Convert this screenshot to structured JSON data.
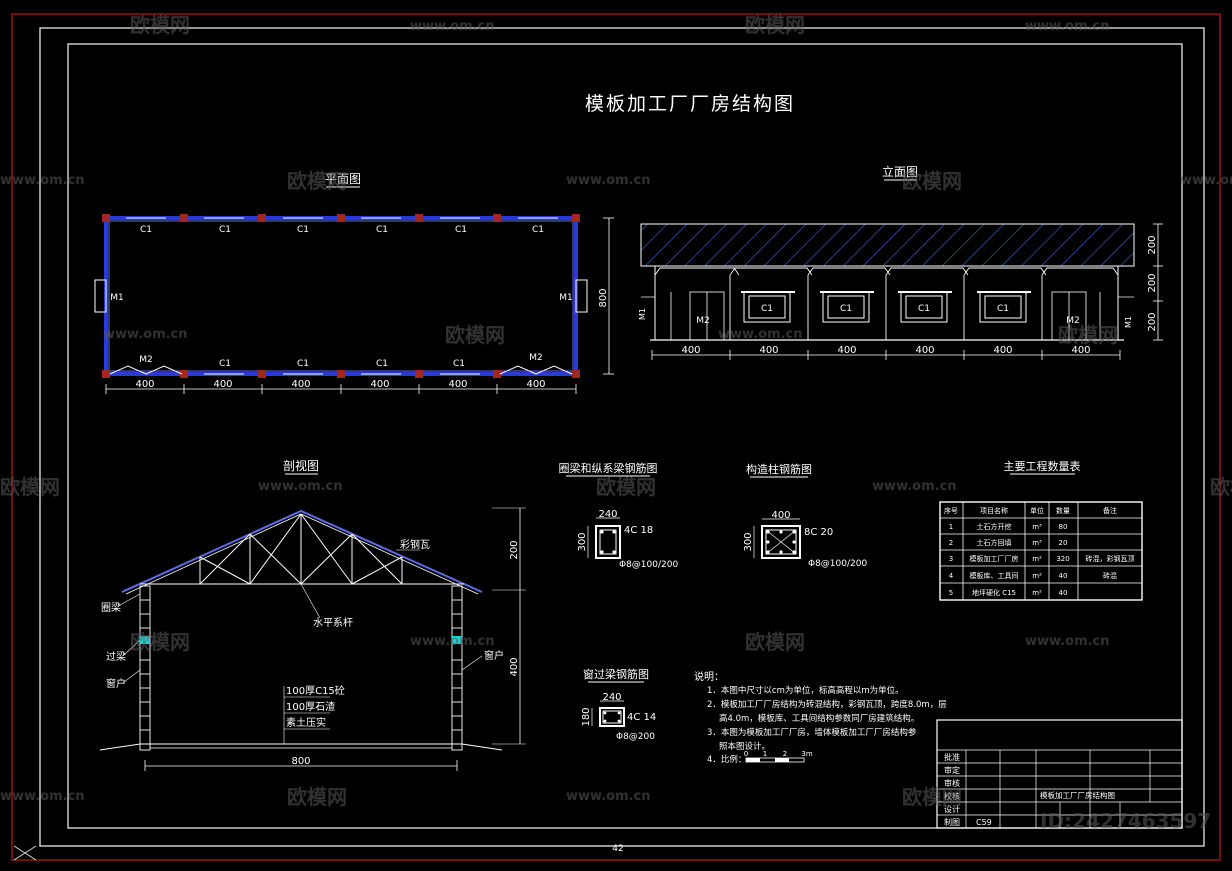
{
  "title": "模板加工厂厂房结构图",
  "plan": {
    "title": "平面图",
    "window": "C1",
    "door_m1": "M1",
    "door_m2": "M2",
    "dim_bay": "400",
    "dim_depth": "800"
  },
  "elevation": {
    "title": "立面图",
    "window": "C1",
    "door_m1": "M1",
    "door_m2": "M2",
    "dim_bay": "400",
    "dim_h1": "200",
    "dim_h2": "200",
    "dim_h3": "200"
  },
  "section": {
    "title": "剖视图",
    "roof_label": "彩钢瓦",
    "beam_label": "圈梁",
    "lintel_label": "过梁",
    "window_label": "窗户",
    "window_label_right": "窗户",
    "brace_label": "水平系杆",
    "floor_1": "100厚C15砼",
    "floor_2": "100厚石渣",
    "floor_3": "素土压实",
    "dim_span": "800",
    "dim_roof_h": "200",
    "dim_wall_h": "400"
  },
  "ring_beam": {
    "title": "圈梁和纵系梁钢筋图",
    "w": "240",
    "h": "300",
    "main": "4C 18",
    "stirrup": "Φ8@100/200"
  },
  "column": {
    "title": "构造柱钢筋图",
    "w": "400",
    "h": "300",
    "main": "8C 20",
    "stirrup": "Φ8@100/200"
  },
  "lintel": {
    "title": "窗过梁钢筋图",
    "w": "240",
    "h": "180",
    "main": "4C 14",
    "stirrup": "Φ8@200"
  },
  "quantities": {
    "title": "主要工程数量表",
    "headers": [
      "序号",
      "项目名称",
      "单位",
      "数量",
      "备注"
    ],
    "rows": [
      [
        "1",
        "土石方开挖",
        "m³",
        "80",
        ""
      ],
      [
        "2",
        "土石方回填",
        "m³",
        "20",
        ""
      ],
      [
        "3",
        "模板加工厂厂房",
        "m²",
        "320",
        "砖混，彩钢瓦顶"
      ],
      [
        "4",
        "模板库、工具间",
        "m²",
        "40",
        "砖混"
      ],
      [
        "5",
        "地坪硬化 C15",
        "m²",
        "40",
        ""
      ]
    ]
  },
  "notes": {
    "heading": "说明：",
    "items": [
      "1．本图中尺寸以cm为单位，标高高程以m为单位。",
      "2．模板加工厂厂房结构为砖混结构，彩钢瓦顶，跨度8.0m，层",
      "高4.0m，模板库、工具间结构参数同厂房建筑结构。",
      "3．本图为模板加工厂厂房，墙体模板加工厂厂房结构参",
      "照本图设计。",
      "4．比例："
    ],
    "scale_marks": [
      "0",
      "1",
      "2",
      "3m"
    ]
  },
  "title_block": {
    "rows": [
      "批准",
      "审定",
      "审核",
      "校核",
      "设计",
      "制图"
    ],
    "scale": "C59",
    "drawing_name": "模板加工厂厂房结构图"
  },
  "page_number": "42",
  "watermarks": {
    "brand": "欧模网",
    "url": "www.om.cn",
    "id": "ID:2427463597"
  }
}
